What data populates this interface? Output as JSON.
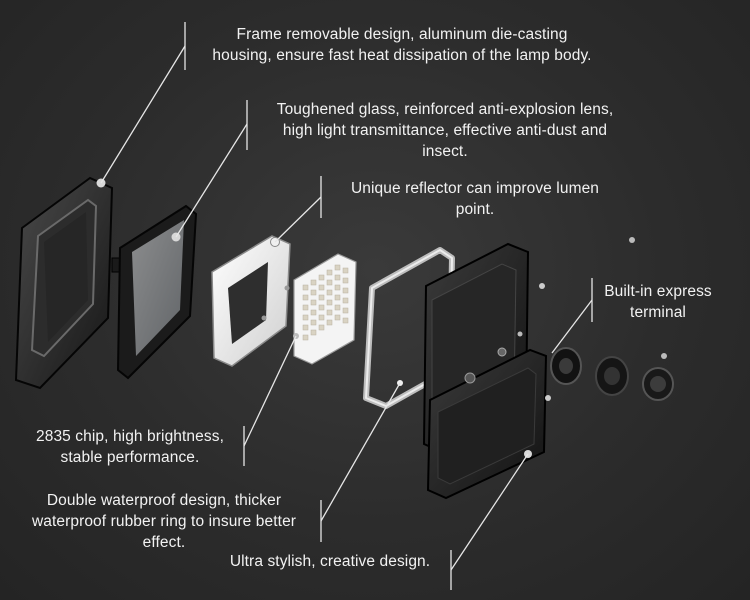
{
  "callouts": {
    "frame": [
      "Frame removable design, aluminum die-casting",
      "housing, ensure fast heat dissipation of the lamp body."
    ],
    "glass": [
      "Toughened glass, reinforced anti-explosion lens,",
      "high light transmittance, effective anti-dust and",
      "insect."
    ],
    "reflector": [
      "Unique reflector can improve lumen",
      "point."
    ],
    "terminal": [
      "Built-in express",
      "terminal"
    ],
    "chip": [
      "2835 chip, high brightness,",
      "stable performance."
    ],
    "waterproof": [
      "Double waterproof design, thicker",
      "waterproof rubber ring to insure better",
      "effect."
    ],
    "style": [
      "Ultra stylish, creative design."
    ]
  },
  "colors": {
    "background": "#2b2b2b",
    "text": "#f2f2f2",
    "leader_line": "#e6e6e6"
  }
}
